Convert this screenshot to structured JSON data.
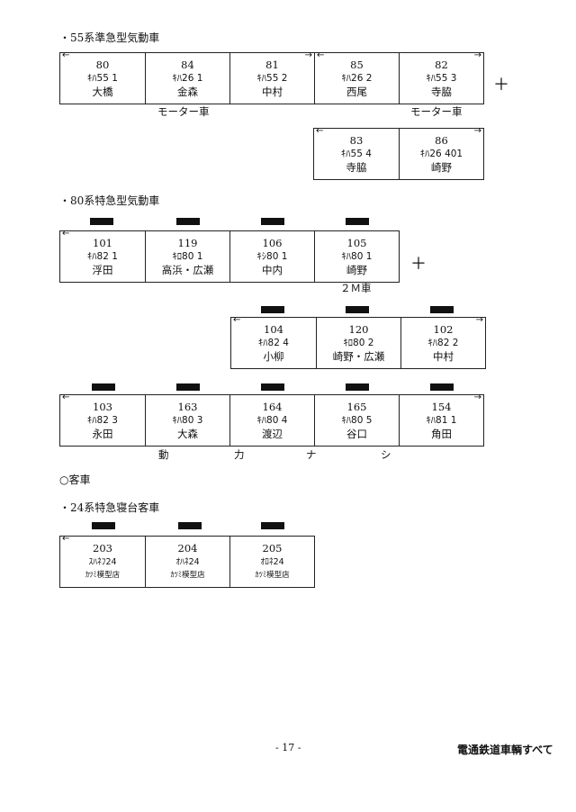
{
  "section_55": {
    "heading": "・55系準急型気動車",
    "train1": [
      {
        "num": "80",
        "type": "ｷﾊ55 1",
        "loc": "大橋"
      },
      {
        "num": "84",
        "type": "ｷﾊ26 1",
        "loc": "金森"
      },
      {
        "num": "81",
        "type": "ｷﾊ55 2",
        "loc": "中村"
      },
      {
        "num": "85",
        "type": "ｷﾊ26 2",
        "loc": "西尾"
      },
      {
        "num": "82",
        "type": "ｷﾊ55 3",
        "loc": "寺脇"
      }
    ],
    "motor_label_1": "モーター車",
    "motor_label_2": "モーター車",
    "plus": "＋",
    "train2": [
      {
        "num": "83",
        "type": "ｷﾊ55 4",
        "loc": "寺脇"
      },
      {
        "num": "86",
        "type": "ｷﾊ26 401",
        "loc": "崎野"
      }
    ]
  },
  "section_80": {
    "heading": "・80系特急型気動車",
    "train1": [
      {
        "num": "101",
        "type": "ｷﾊ82 1",
        "loc": "浮田"
      },
      {
        "num": "119",
        "type": "ｷﾛ80 1",
        "loc": "高浜・広瀬"
      },
      {
        "num": "106",
        "type": "ｷｼ80 1",
        "loc": "中内"
      },
      {
        "num": "105",
        "type": "ｷﾊ80 1",
        "loc": "崎野"
      }
    ],
    "label_2m": "２Ｍ車",
    "plus": "＋",
    "train2": [
      {
        "num": "104",
        "type": "ｷﾊ82 4",
        "loc": "小柳"
      },
      {
        "num": "120",
        "type": "ｷﾛ80 2",
        "loc": "崎野・広瀬"
      },
      {
        "num": "102",
        "type": "ｷﾊ82 2",
        "loc": "中村"
      }
    ],
    "train3": [
      {
        "num": "103",
        "type": "ｷﾊ82 3",
        "loc": "永田"
      },
      {
        "num": "163",
        "type": "ｷﾊ80 3",
        "loc": "大森"
      },
      {
        "num": "164",
        "type": "ｷﾊ80 4",
        "loc": "渡辺"
      },
      {
        "num": "165",
        "type": "ｷﾊ80 5",
        "loc": "谷口"
      },
      {
        "num": "154",
        "type": "ｷﾊ81 1",
        "loc": "角田"
      }
    ],
    "unpowered_chars": [
      "動",
      "力",
      "ナ",
      "シ"
    ]
  },
  "section_passenger": {
    "heading": "○客車",
    "subheading": "・24系特急寝台客車",
    "train1": [
      {
        "num": "203",
        "type": "ｽﾊﾈﾌ24",
        "loc": "ｶﾂﾐ模型店"
      },
      {
        "num": "204",
        "type": "ｵﾊﾈ24",
        "loc": "ｶﾂﾐ模型店"
      },
      {
        "num": "205",
        "type": "ｵﾛﾈ24",
        "loc": "ｶﾂﾐ模型店"
      }
    ]
  },
  "footer": {
    "page_number": "- 17 -",
    "title": "電通鉄道車輌すべて"
  },
  "arrows": {
    "left": "←",
    "right": "→"
  }
}
